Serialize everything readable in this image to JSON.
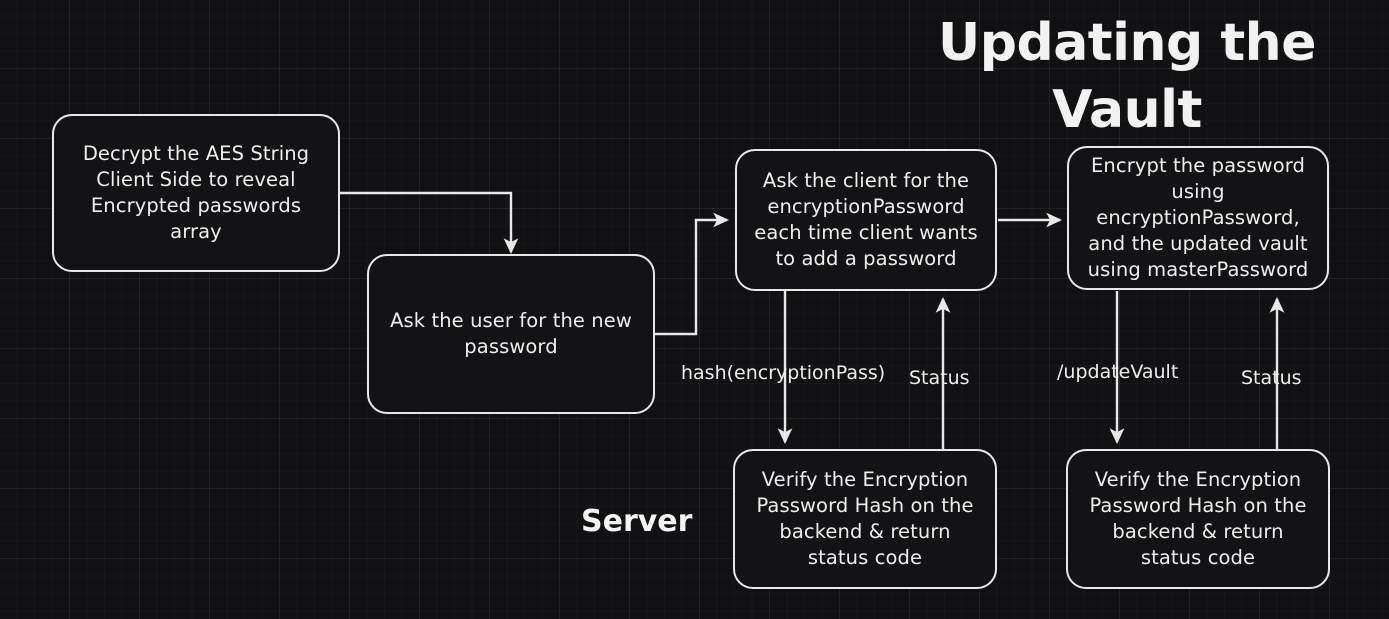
{
  "diagram": {
    "title": "Updating the Vault",
    "background_color": "#111113",
    "stroke_color": "#e8e8e8",
    "text_color": "#eeeeee",
    "swimlane_label": "Server",
    "nodes": [
      {
        "id": "decrypt-aes-string",
        "text": "Decrypt the AES String Client Side to reveal Encrypted passwords array"
      },
      {
        "id": "ask-user-new-password",
        "text": "Ask the user for the new password"
      },
      {
        "id": "ask-client-encryption-password",
        "text": "Ask the client for the encryptionPassword each time client wants to add a password"
      },
      {
        "id": "encrypt-password-and-vault",
        "text": "Encrypt the password using encryptionPassword, and the updated vault using masterPassword"
      },
      {
        "id": "verify-hash-backend-left",
        "text": "Verify the Encryption Password Hash on the backend & return status code"
      },
      {
        "id": "verify-hash-backend-right",
        "text": "Verify the Encryption Password Hash on the backend & return status code"
      }
    ],
    "edge_labels": {
      "hash_encryption_pass": "hash(encryptionPass)",
      "status_left": "Status",
      "update_vault": "/updateVault",
      "status_right": "Status"
    }
  }
}
